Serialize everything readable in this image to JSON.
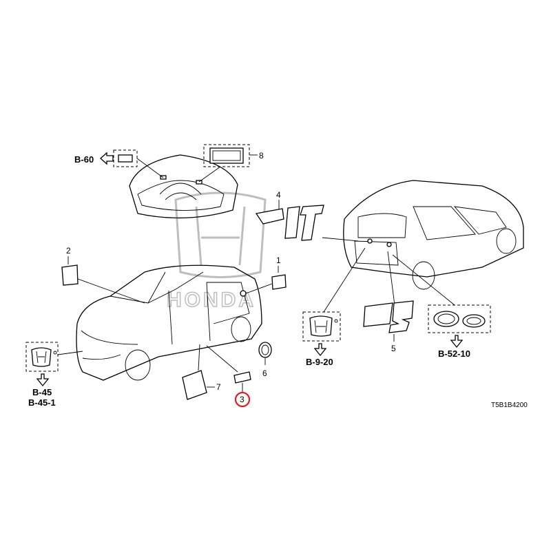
{
  "diagram": {
    "watermark_text": "HONDA",
    "drawing_code": "T5B1B4200",
    "callouts": [
      "1",
      "2",
      "3",
      "4",
      "5",
      "6",
      "7",
      "8"
    ],
    "highlighted_callout": "3",
    "highlight_color": "#e01b24",
    "refs": {
      "b60": "B-60",
      "b45": "B-45",
      "b45_1": "B-45-1",
      "b9_20": "B-9-20",
      "b52_10": "B-52-10"
    }
  }
}
